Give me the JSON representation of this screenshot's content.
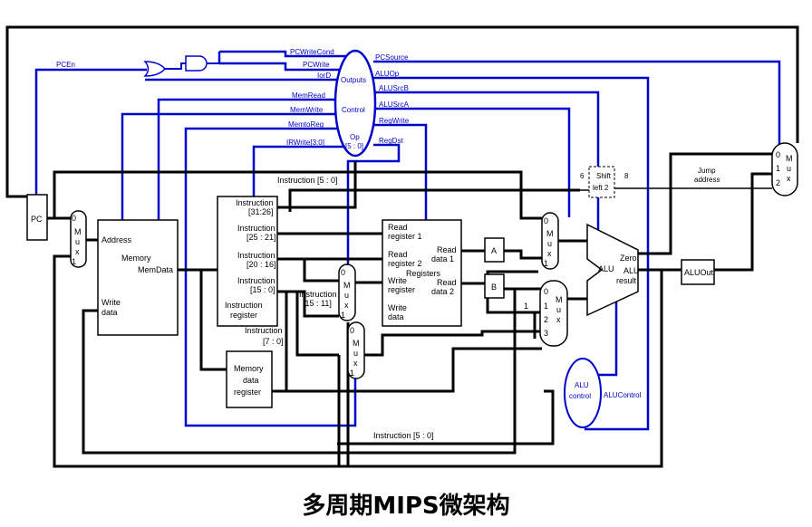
{
  "caption": "多周期MIPS微架构",
  "colors": {
    "datapath": "#000000",
    "control": "#0000cc",
    "background": "#ffffff"
  },
  "blocks": {
    "pc": "PC",
    "memory": {
      "title": "Memory",
      "address": "Address",
      "memdata": "MemData",
      "write_line1": "Write",
      "write_line2": "data"
    },
    "ir": {
      "f1": "Instruction",
      "f1b": "[31:26]",
      "f2": "Instruction",
      "f2b": "[25 : 21]",
      "f3": "Instruction",
      "f3b": "[20 : 16]",
      "f4": "Instruction",
      "f4b": "[15 : 0]",
      "name1": "Instruction",
      "name2": "register"
    },
    "mdr": {
      "l1": "Memory",
      "l2": "data",
      "l3": "register"
    },
    "registers": {
      "rr1a": "Read",
      "rr1b": "register 1",
      "rr2a": "Read",
      "rr2b": "register 2",
      "wra": "Write",
      "wrb": "register",
      "wda": "Write",
      "wdb": "data",
      "rd1a": "Read",
      "rd1b": "data 1",
      "rd2a": "Read",
      "rd2b": "data 2",
      "title": "Registers"
    },
    "reg_a": "A",
    "reg_b": "B",
    "alu": {
      "name": "ALU",
      "zero": "Zero",
      "result1": "ALU",
      "result2": "result"
    },
    "aluout": "ALUOut",
    "alu_control": {
      "l1": "ALU",
      "l2": "control"
    },
    "shift": {
      "l1": "Shift",
      "l2": "left 2"
    },
    "control": {
      "outputs": "Outputs",
      "control": "Control",
      "op1": "Op",
      "op2": "[5 : 0]"
    }
  },
  "mux": {
    "letters": [
      "M",
      "u",
      "x"
    ],
    "zero": "0",
    "one": "1",
    "two": "2",
    "three": "3"
  },
  "signals_left": [
    "PCWriteCond",
    "PCWrite",
    "IorD",
    "MemRead",
    "MemWrite",
    "MemtoReg",
    "IRWrite[3:0]"
  ],
  "signals_right": [
    "PCSource",
    "ALUOp",
    "ALUSrcB",
    "ALUSrcA",
    "RegWrite",
    "RegDst"
  ],
  "labels": {
    "pcen": "PCEn",
    "instr_5_0_top": "Instruction [5 : 0]",
    "instr_15_11a": "Instruction",
    "instr_15_11b": "[15 : 11]",
    "instr_7_0a": "Instruction",
    "instr_7_0b": "[7 : 0]",
    "instr_5_0_bottom": "Instruction [5 : 0]",
    "jump1": "Jump",
    "jump2": "address",
    "bits6": "6",
    "bits8": "8",
    "aluctrl_signal": "ALUControl",
    "const_one": "1"
  }
}
